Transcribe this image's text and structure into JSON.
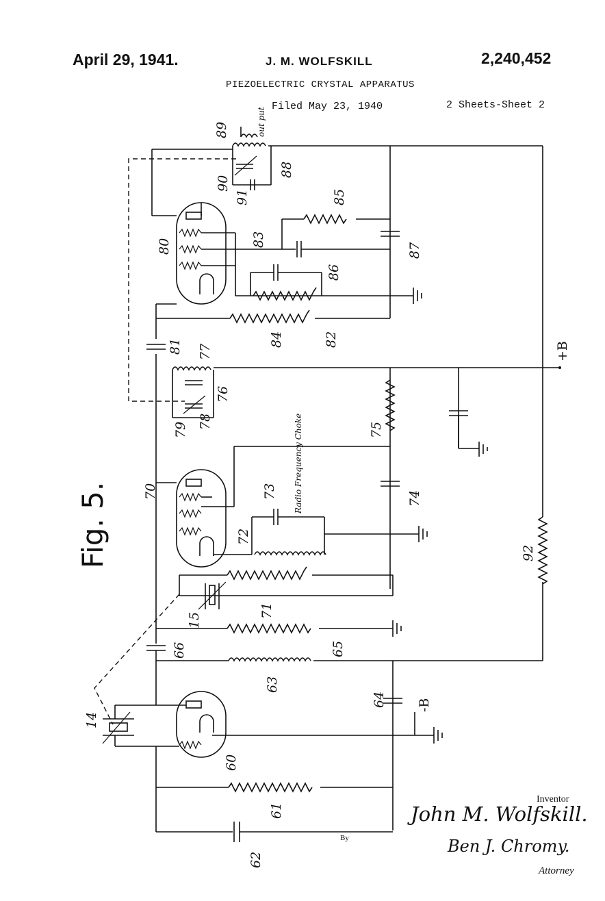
{
  "header": {
    "date": "April 29, 1941.",
    "inventor": "J. M. WOLFSKILL",
    "patent_number": "2,240,452",
    "title": "PIEZOELECTRIC CRYSTAL APPARATUS",
    "filed": "Filed May 23, 1940",
    "sheets": "2 Sheets-Sheet 2"
  },
  "figure": {
    "label": "Fig. 5.",
    "plus_b": "+B",
    "minus_b": "-B",
    "output_label": "out put",
    "choke_label": "Radio Frequency Choke",
    "refs": [
      "89",
      "90",
      "91",
      "88",
      "85",
      "83",
      "80",
      "86",
      "87",
      "82",
      "84",
      "81",
      "77",
      "76",
      "79",
      "78",
      "75",
      "74",
      "70",
      "73",
      "72",
      "71",
      "15",
      "66",
      "65",
      "63",
      "64",
      "14",
      "60",
      "61",
      "62",
      "92"
    ]
  },
  "signature": {
    "inventor_label": "Inventor",
    "inventor_name": "John M. Wolfskill.",
    "by": "By",
    "attorney_name": "Ben J. Chromy.",
    "attorney_label": "Attorney"
  }
}
